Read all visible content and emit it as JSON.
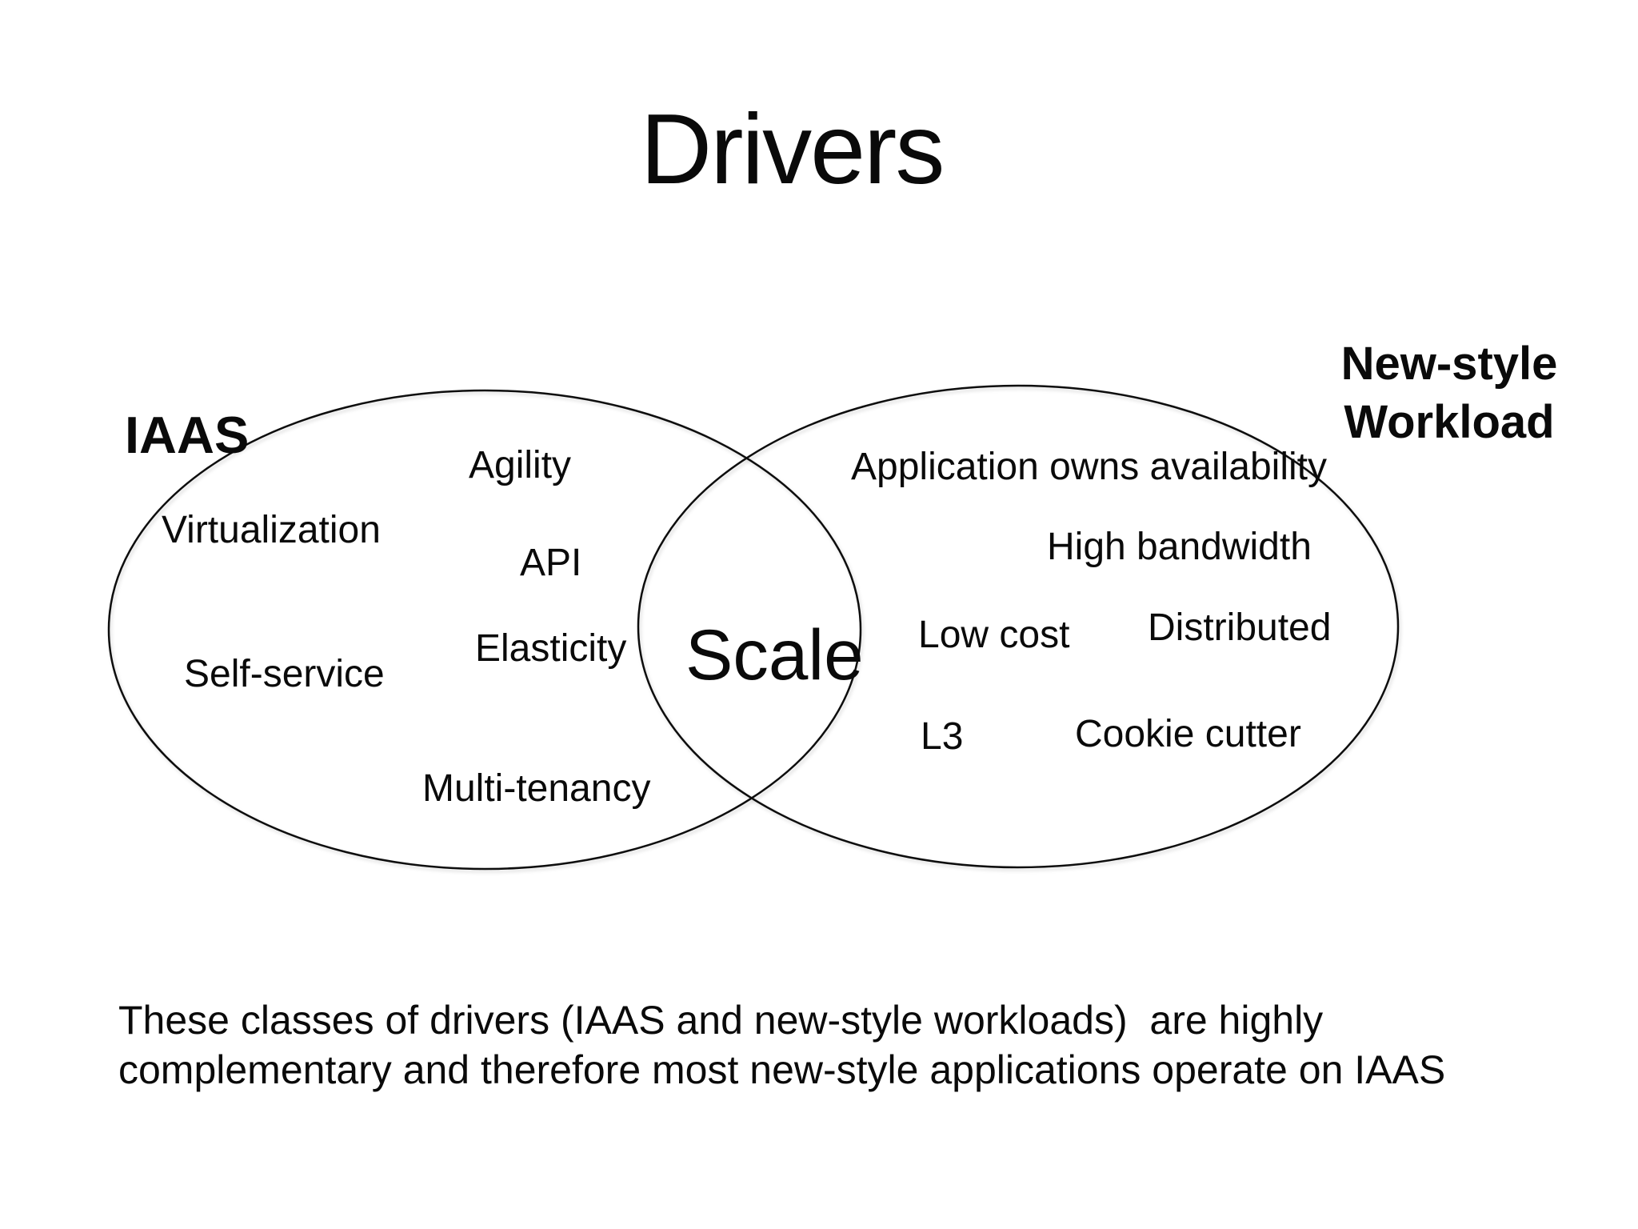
{
  "slide": {
    "title": "Drivers",
    "background": "#ffffff",
    "text_color": "#0a0a0a",
    "ellipse_stroke_color": "#111111"
  },
  "venn": {
    "left_set": {
      "label": "IAAS",
      "items": [
        "Agility",
        "Virtualization",
        "API",
        "Elasticity",
        "Self-service",
        "Multi-tenancy"
      ]
    },
    "right_set": {
      "label": "New-style Workload",
      "label_line1": "New-style",
      "label_line2": "Workload",
      "items": [
        "Application owns availability",
        "High bandwidth",
        "Low cost",
        "Distributed",
        "L3",
        "Cookie cutter"
      ]
    },
    "intersection": {
      "label": "Scale"
    }
  },
  "caption": {
    "line1": "These classes of drivers (IAAS and new-style workloads)  are highly",
    "line2": "complementary and therefore most new-style applications operate on IAAS"
  }
}
